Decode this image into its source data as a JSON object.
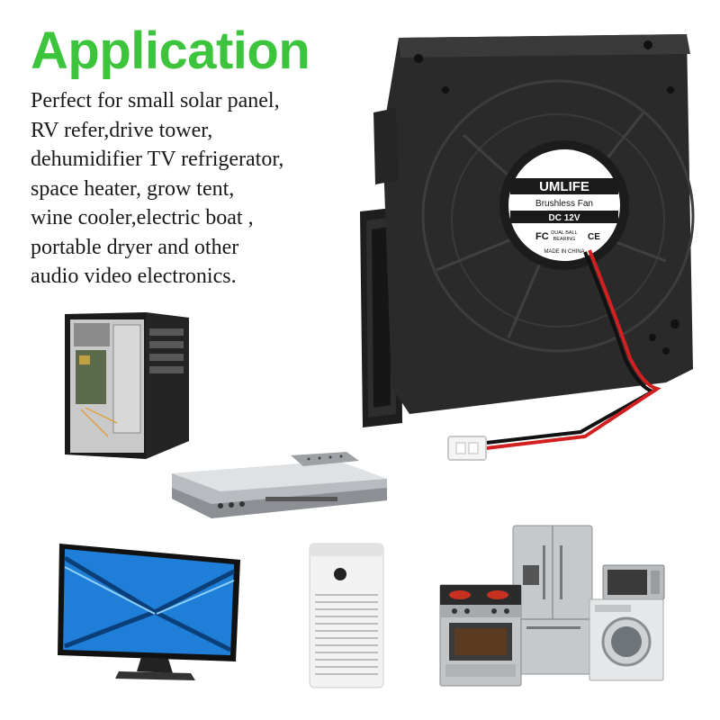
{
  "title": "Application",
  "description_lines": [
    "Perfect for small solar panel,",
    "RV refer,drive tower,",
    "dehumidifier TV refrigerator,",
    "space heater, grow tent,",
    "wine cooler,electric boat ,",
    "portable dryer and other",
    "audio video electronics."
  ],
  "fan_label": {
    "brand": "UMLIFE",
    "type": "Brushless Fan",
    "voltage": "DC 12V",
    "fc_mark": "FC",
    "ce_mark": "CE",
    "bearing_line1": "DUAL BALL",
    "bearing_line2": "BEARING",
    "origin": "MADE IN CHINA"
  },
  "colors": {
    "title_green": "#3cc43c",
    "fan_body": "#2b2b2b",
    "wire_red": "#d21f1f",
    "wire_black": "#111111",
    "tv_blue": "#1f7fd8"
  }
}
